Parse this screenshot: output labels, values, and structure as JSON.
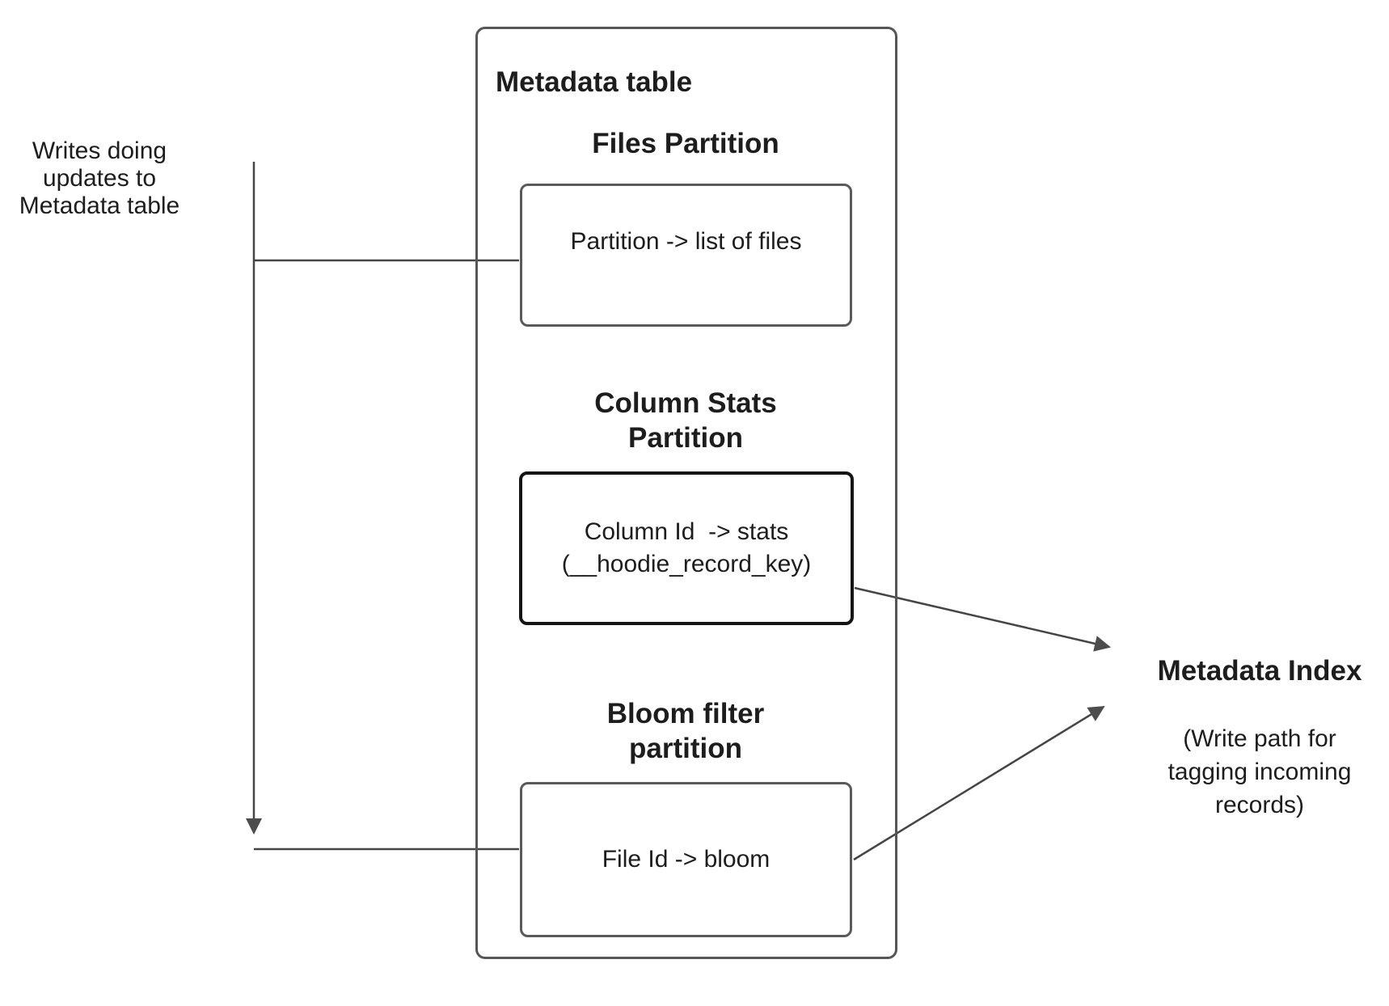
{
  "left_note": {
    "line1": "Writes doing",
    "line2": "updates to",
    "line3": "Metadata table"
  },
  "metadata_table": {
    "title": "Metadata table"
  },
  "files_partition": {
    "heading": "Files Partition",
    "box_line1": "Partition -> list of files"
  },
  "column_stats_partition": {
    "heading_line1": "Column Stats",
    "heading_line2": "Partition",
    "box_line1": "Column Id  -> stats",
    "box_line2": "(__hoodie_record_key)"
  },
  "bloom_partition": {
    "heading_line1": "Bloom filter",
    "heading_line2": "partition",
    "box_line1": "File Id -> bloom"
  },
  "metadata_index": {
    "title": "Metadata Index",
    "caption_line1": "(Write path for",
    "caption_line2": "tagging incoming",
    "caption_line3": "records)"
  },
  "colors": {
    "background": "#ffffff",
    "text": "#1d1d1d",
    "connector_line": "#454545",
    "arrowhead": "#4d4d4d",
    "box_border_gray": "#5a5a5a",
    "box_border_black": "#151515"
  }
}
